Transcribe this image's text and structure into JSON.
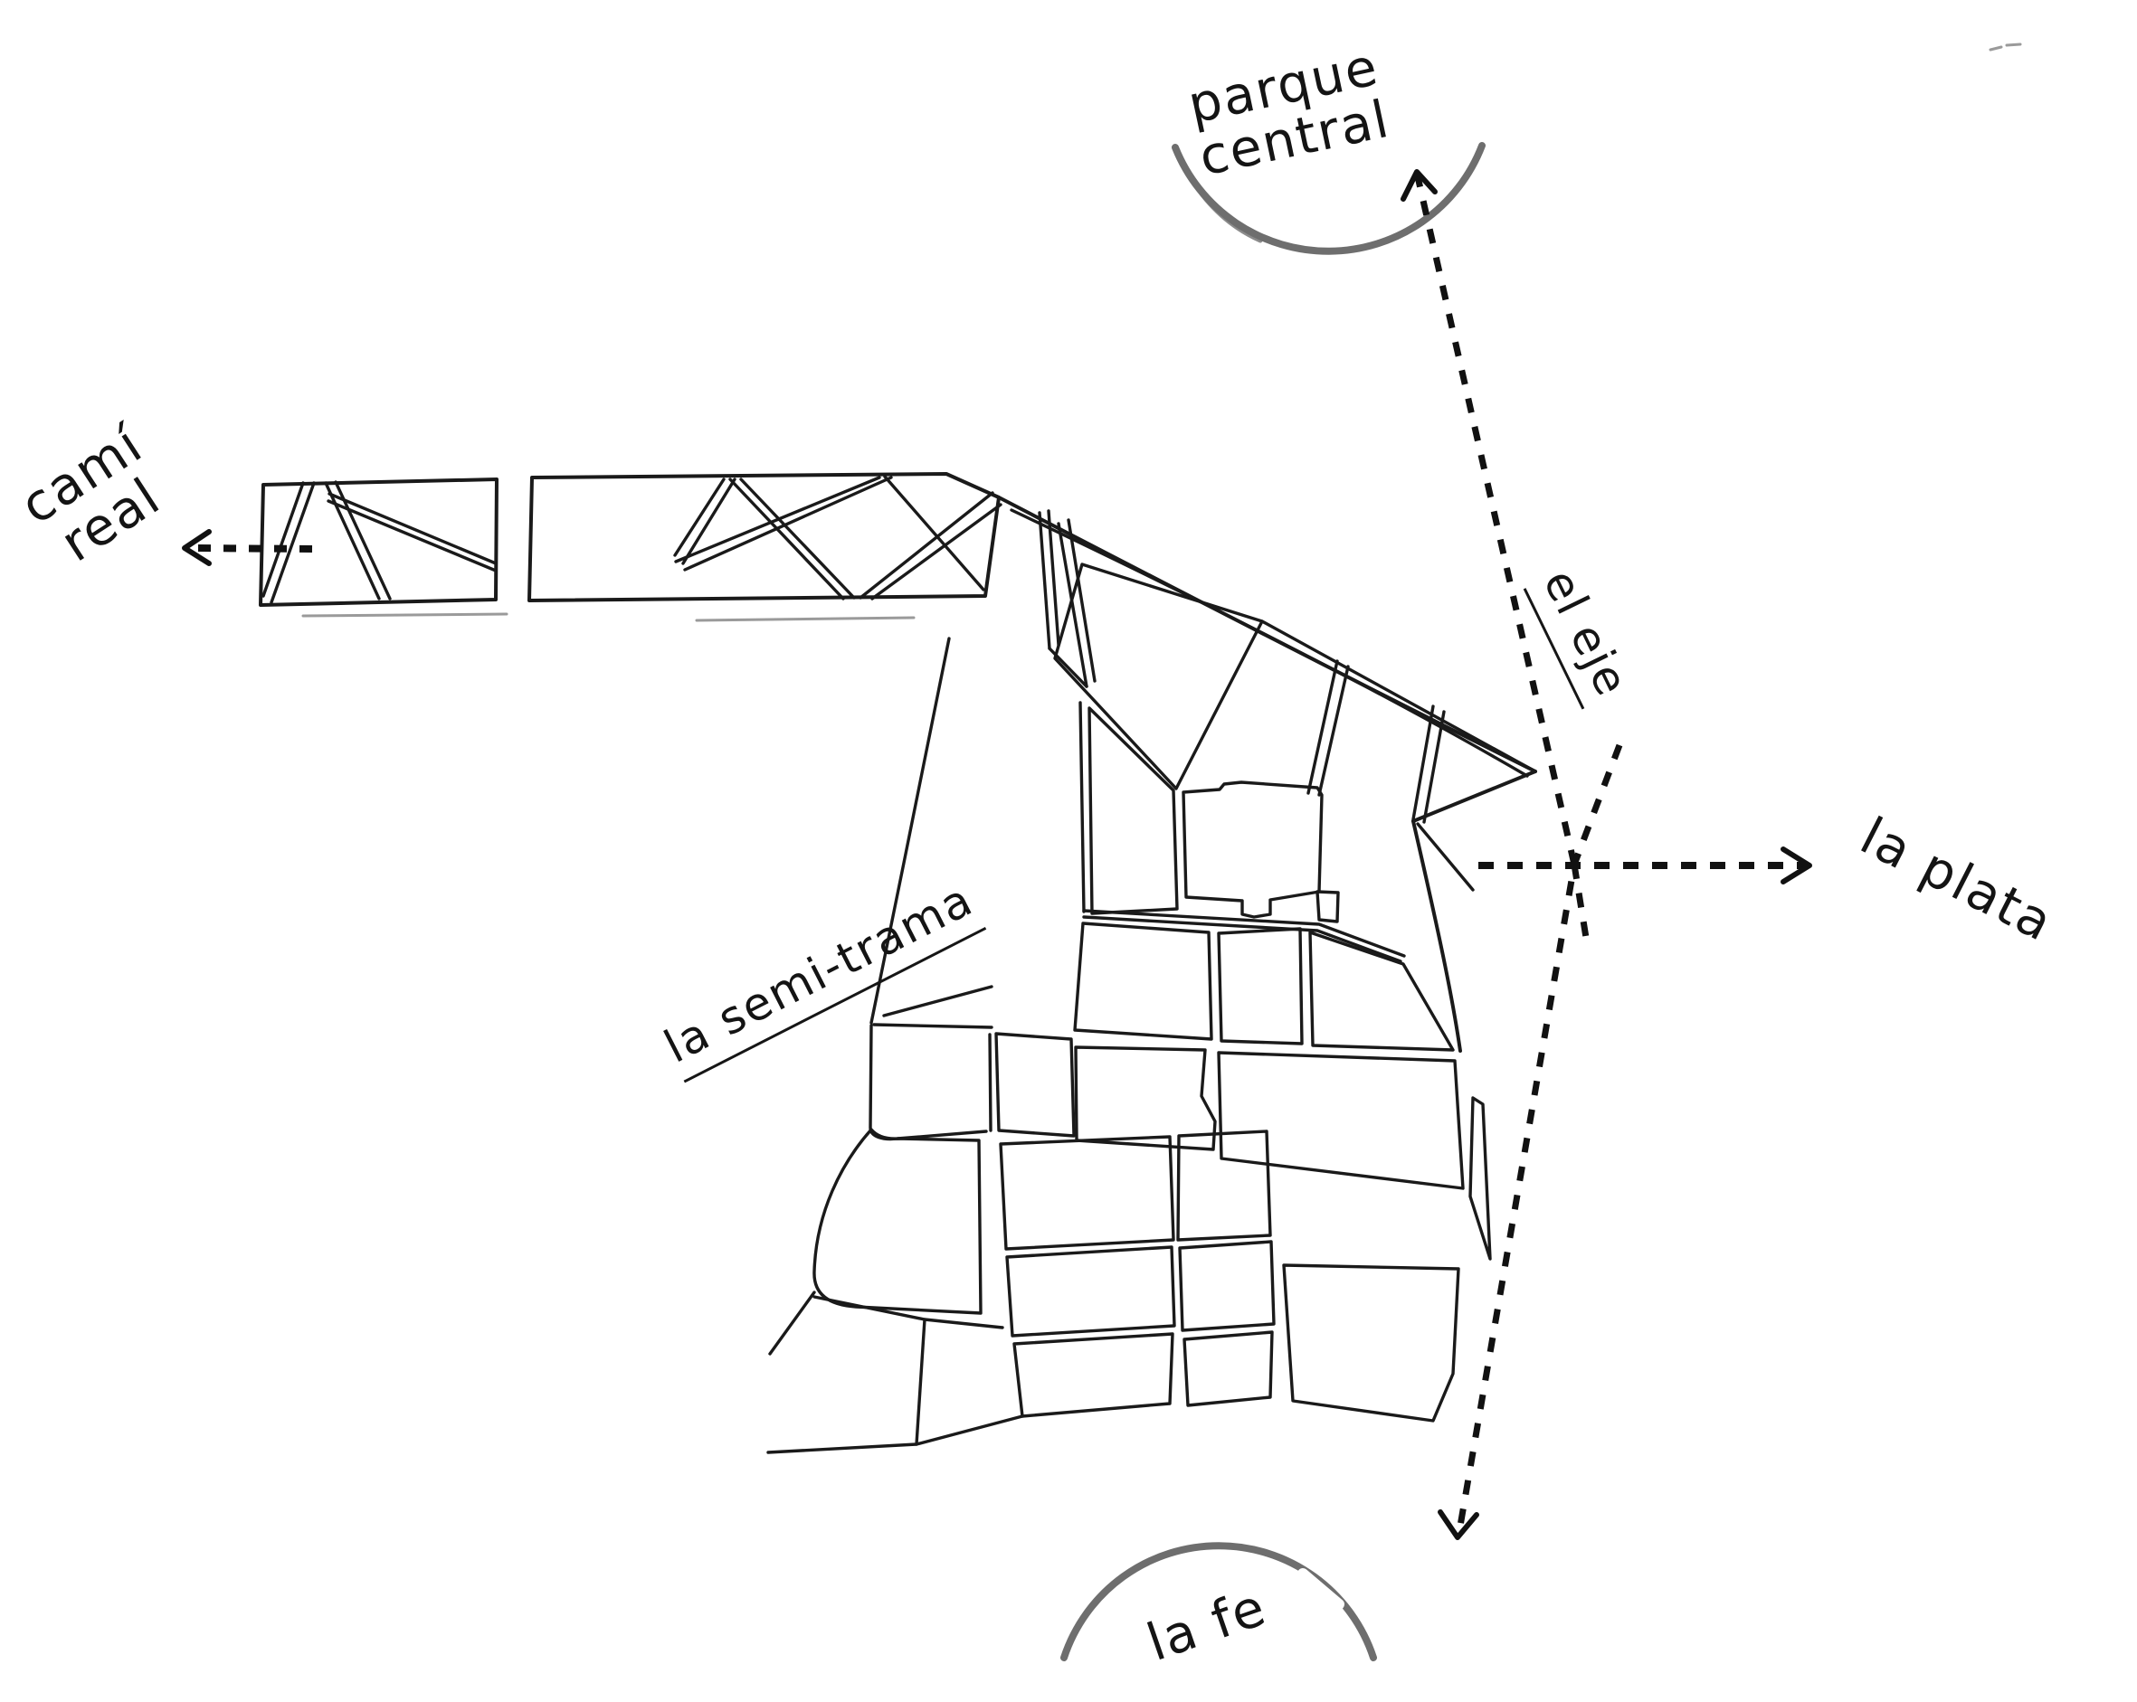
{
  "figure": {
    "background_color": "#ffffff",
    "ink_color": "#1a1a1a",
    "arc_color": "#6e6e6e"
  },
  "labels": {
    "parque_central": {
      "line1": "parque",
      "line2": "central"
    },
    "cami_real": {
      "line1": "camí",
      "line2": "real"
    },
    "el_eje": {
      "text": "el eje"
    },
    "la_plata": {
      "text": "la plata"
    },
    "la_semi_trama": {
      "text": "la semi-trama"
    },
    "la_fe": {
      "text": "la fe"
    }
  }
}
